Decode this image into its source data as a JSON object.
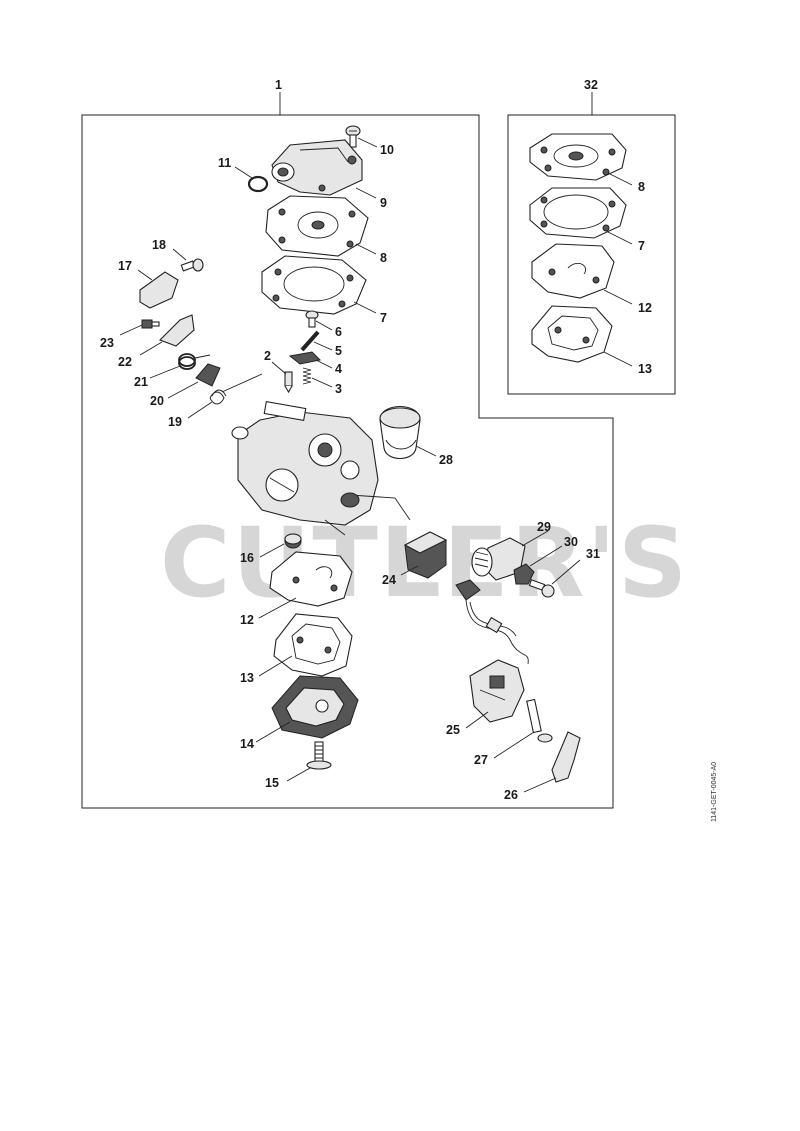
{
  "watermark": "CUTLER'S",
  "reference_code": "1141-GET-0045-A0",
  "colors": {
    "line": "#222222",
    "watermark": "#cfcfcf",
    "background": "#ffffff"
  },
  "groups": [
    {
      "id": "main",
      "label": "1"
    },
    {
      "id": "kit",
      "label": "32"
    }
  ],
  "callouts": [
    {
      "id": "c10",
      "text": "10"
    },
    {
      "id": "c11",
      "text": "11"
    },
    {
      "id": "c9",
      "text": "9"
    },
    {
      "id": "c8a",
      "text": "8"
    },
    {
      "id": "c18",
      "text": "18"
    },
    {
      "id": "c17",
      "text": "17"
    },
    {
      "id": "c7a",
      "text": "7"
    },
    {
      "id": "c6",
      "text": "6"
    },
    {
      "id": "c23",
      "text": "23"
    },
    {
      "id": "c5",
      "text": "5"
    },
    {
      "id": "c22",
      "text": "22"
    },
    {
      "id": "c2",
      "text": "2"
    },
    {
      "id": "c4",
      "text": "4"
    },
    {
      "id": "c21",
      "text": "21"
    },
    {
      "id": "c3",
      "text": "3"
    },
    {
      "id": "c20",
      "text": "20"
    },
    {
      "id": "c19",
      "text": "19"
    },
    {
      "id": "c28",
      "text": "28"
    },
    {
      "id": "c29",
      "text": "29"
    },
    {
      "id": "c30",
      "text": "30"
    },
    {
      "id": "c16",
      "text": "16"
    },
    {
      "id": "c31",
      "text": "31"
    },
    {
      "id": "c24",
      "text": "24"
    },
    {
      "id": "c12a",
      "text": "12"
    },
    {
      "id": "c13a",
      "text": "13"
    },
    {
      "id": "c25",
      "text": "25"
    },
    {
      "id": "c14",
      "text": "14"
    },
    {
      "id": "c27",
      "text": "27"
    },
    {
      "id": "c15",
      "text": "15"
    },
    {
      "id": "c26",
      "text": "26"
    },
    {
      "id": "c8b",
      "text": "8"
    },
    {
      "id": "c7b",
      "text": "7"
    },
    {
      "id": "c12b",
      "text": "12"
    },
    {
      "id": "c13b",
      "text": "13"
    }
  ]
}
